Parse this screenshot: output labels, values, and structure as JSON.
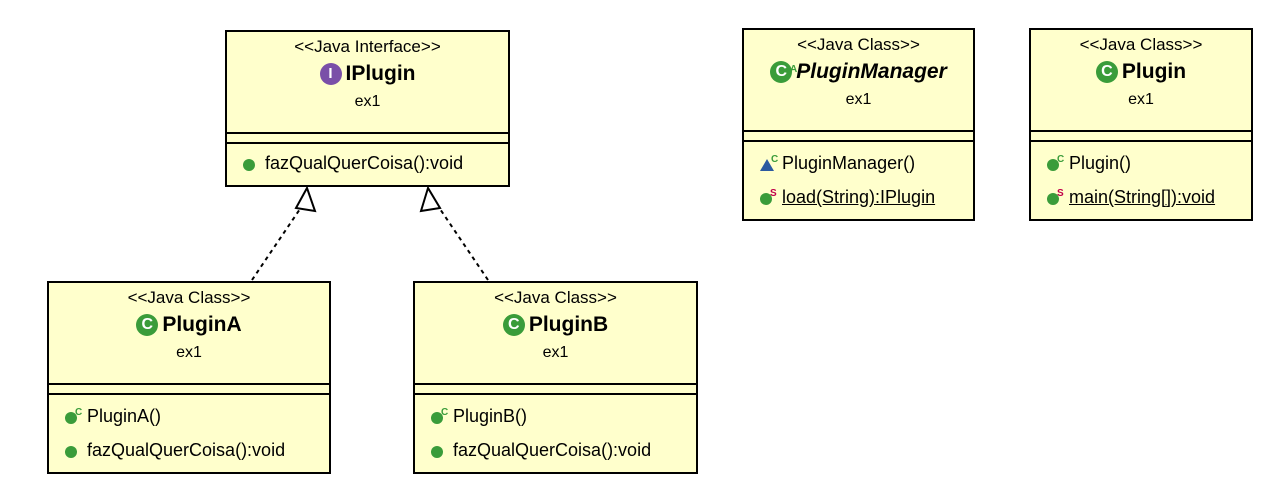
{
  "iplugin": {
    "stereotype": "<<Java Interface>>",
    "name": "IPlugin",
    "package": "ex1",
    "methods": [
      "fazQualQuerCoisa():void"
    ]
  },
  "plugin_manager": {
    "stereotype": "<<Java Class>>",
    "name": "PluginManager",
    "package": "ex1",
    "constructor": "PluginManager()",
    "static_method": "load(String):IPlugin"
  },
  "plugin": {
    "stereotype": "<<Java Class>>",
    "name": "Plugin",
    "package": "ex1",
    "constructor": "Plugin()",
    "static_method": "main(String[]):void"
  },
  "plugin_a": {
    "stereotype": "<<Java Class>>",
    "name": "PluginA",
    "package": "ex1",
    "constructor": "PluginA()",
    "method": "fazQualQuerCoisa():void"
  },
  "plugin_b": {
    "stereotype": "<<Java Class>>",
    "name": "PluginB",
    "package": "ex1",
    "constructor": "PluginB()",
    "method": "fazQualQuerCoisa():void"
  },
  "icons": {
    "class_letter": "C",
    "interface_letter": "I",
    "constructor_mark": "C",
    "static_mark": "S",
    "abstract_mark": "A"
  },
  "colors": {
    "box_fill": "#ffffcc",
    "class_icon": "#3a9c3a",
    "interface_icon": "#7a4fa8",
    "static_mark": "#c0004a",
    "protected_icon": "#2c5aa0"
  }
}
